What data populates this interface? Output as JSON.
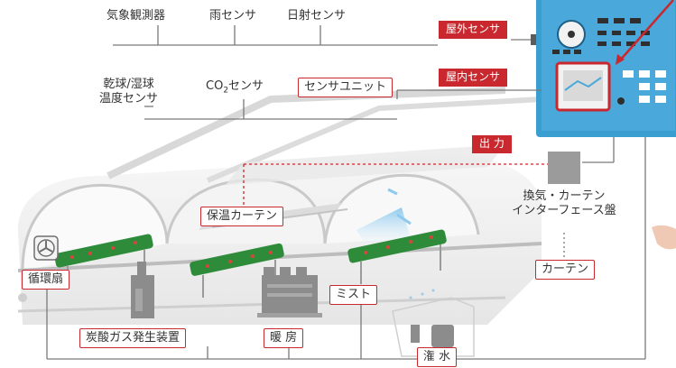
{
  "sensors": {
    "weather_station": "気象観測器",
    "rain_sensor": "雨センサ",
    "solar_sensor": "日射センサ",
    "dry_wet_bulb_line1": "乾球/湿球",
    "dry_wet_bulb_line2": "温度センサ",
    "co2_prefix": "CO",
    "co2_sub": "2",
    "co2_suffix": "センサ",
    "sensor_unit": "センサユニット"
  },
  "tags": {
    "outdoor_sensor": "屋外センサ",
    "indoor_sensor": "屋内センサ",
    "output": "出 力"
  },
  "interface": {
    "line1": "換気・カーテン",
    "line2": "インターフェース盤",
    "curtain": "カーテン"
  },
  "greenhouse": {
    "thermal_curtain": "保温カーテン",
    "circulation_fan": "循環扇",
    "mist": "ミスト",
    "co2_generator": "炭酸ガス発生装置",
    "heating": "暖 房",
    "irrigation": "潅 水"
  },
  "colors": {
    "accent": "#c8282e",
    "controller": "#3b9ed1",
    "plant": "#2e8b3a"
  }
}
